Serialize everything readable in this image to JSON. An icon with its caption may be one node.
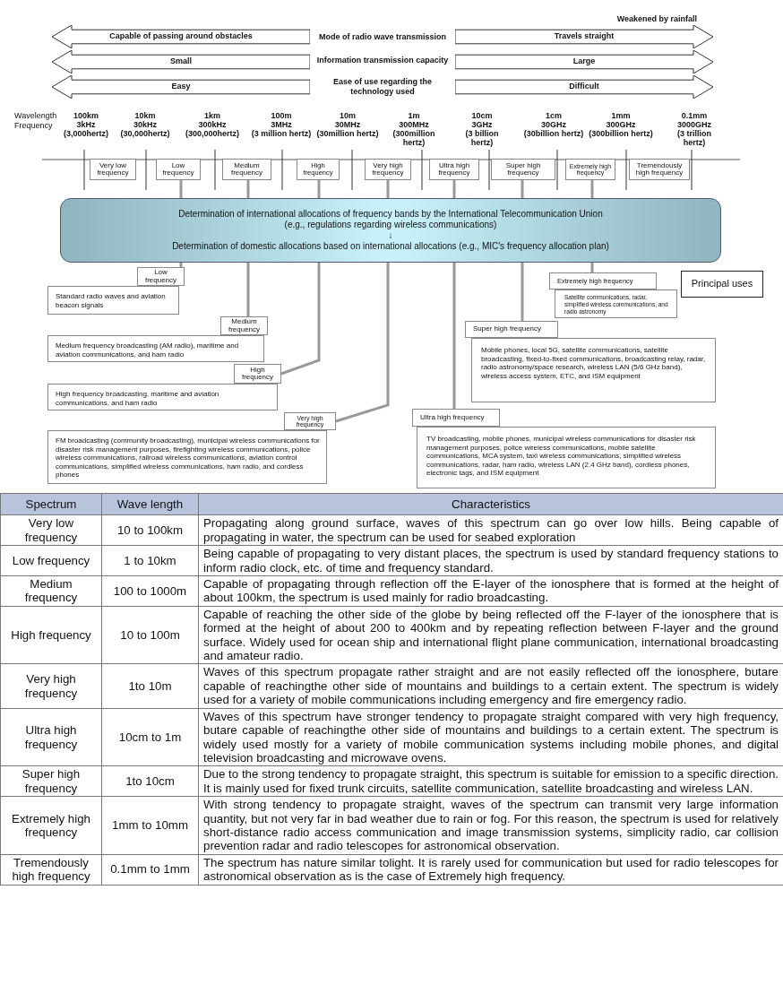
{
  "diagram": {
    "nodes": [
      {
        "text": [
          "Capable of passing around obstacles"
        ]
      },
      {
        "text": [
          "Travels straight"
        ],
        "beside": [
          "Weakened by rainfall"
        ]
      },
      {
        "text": [
          "Small"
        ]
      },
      {
        "text": [
          "Large"
        ]
      },
      {
        "text": [
          "Easy"
        ]
      },
      {
        "text": [
          "Difficult"
        ]
      },
      {
        "text": [
          "Very low frequency"
        ]
      },
      {
        "text": [
          "Low frequency"
        ]
      },
      {
        "text": [
          "Medium frequency"
        ]
      },
      {
        "text": [
          "High frequency"
        ]
      },
      {
        "text": [
          "Very high frequency"
        ]
      },
      {
        "text": [
          "Ultra high frequency"
        ]
      },
      {
        "text": [
          "Super high frequency"
        ]
      },
      {
        "text": [
          "Extremely high frequency"
        ]
      },
      {
        "text": [
          "Tremendously high frequency"
        ]
      },
      {
        "text": [
          "Determination of international allocations of frequency bands by the International Telecommunication Union",
          "(e.g., regulations regarding wireless communications)",
          "↓",
          "Determination of domestic allocations based on international allocations (e.g., MIC's frequency allocation plan)"
        ]
      },
      {
        "text": [
          "Low frequency"
        ]
      },
      {
        "text": [
          "Standard radio waves and aviation beacon signals"
        ]
      },
      {
        "text": [
          "Medium frequency"
        ]
      },
      {
        "text": [
          "Medium frequency broadcasting (AM radio), maritime and aviation communications, and ham radio"
        ]
      },
      {
        "text": [
          "High frequency"
        ]
      },
      {
        "text": [
          "High frequency broadcasting, maritime and aviation communications, and ham radio"
        ]
      },
      {
        "text": [
          "Very high frequency"
        ]
      },
      {
        "text": [
          "FM broadcasting (community broadcasting), municipal wireless communications for disaster risk management purposes, firefighting wireless communications, police wireless communications, railroad wireless communications, aviation control communications, simplified wireless communications, ham radio, and cordless phones"
        ]
      },
      {
        "text": [
          "Extremely high frequency"
        ]
      },
      {
        "text": [
          "Satellite communications, radar, simplified wireless communications, and radio astronomy"
        ]
      },
      {
        "text": [
          "Principal uses"
        ]
      },
      {
        "text": [
          "Super high frequency"
        ]
      },
      {
        "text": [
          "Mobile phones, local 5G, satellite communications, satellite broadcasting, fixed-to-fixed communications, broadcasting relay, radar, radio astronomy/space research, wireless LAN (5/6 GHz band), wireless access system, ETC, and ISM equipment"
        ]
      },
      {
        "text": [
          "Ultra high frequency"
        ]
      },
      {
        "text": [
          "TV broadcasting, mobile phones, municipal wireless communications for disaster risk management purposes, police wireless communications, mobile satellite communications, MCA system, taxi wireless communications, simplified wireless communications, radar, ham radio, wireless LAN (2.4 GHz band), cordless phones, electronic tags, and ISM equipment"
        ]
      }
    ],
    "edges": [
      {
        "from": 7,
        "to": 15,
        "arrow": "none"
      },
      {
        "from": 8,
        "to": 15,
        "arrow": "none"
      },
      {
        "from": 9,
        "to": 15,
        "arrow": "none"
      },
      {
        "from": 10,
        "to": 15,
        "arrow": "none"
      },
      {
        "from": 11,
        "to": 15,
        "arrow": "none"
      },
      {
        "from": 12,
        "to": 15,
        "arrow": "none"
      },
      {
        "from": 13,
        "to": 15,
        "arrow": "none"
      },
      {
        "from": 15,
        "to": 16,
        "arrow": "none"
      },
      {
        "from": 15,
        "to": 18,
        "arrow": "none"
      },
      {
        "from": 15,
        "to": 20,
        "arrow": "none"
      },
      {
        "from": 15,
        "to": 22,
        "arrow": "none"
      },
      {
        "from": 15,
        "to": 29,
        "arrow": "none"
      },
      {
        "from": 15,
        "to": 27,
        "arrow": "none"
      },
      {
        "from": 15,
        "to": 24,
        "arrow": "none"
      }
    ],
    "labels": [
      "Mode of radio wave transmission",
      "Information transmission capacity",
      "Ease of use regarding the technology used",
      "Wavelength",
      "Frequency",
      "100km",
      "3kHz",
      "(3,000hertz)",
      "10km",
      "30kHz",
      "(30,000hertz)",
      "1km",
      "300kHz",
      "(300,000hertz)",
      "100m",
      "3MHz",
      "(3 million hertz)",
      "10m",
      "30MHz",
      "(30million hertz)",
      "1m",
      "300MHz",
      "(300million hertz)",
      "10cm",
      "3GHz",
      "(3 billion hertz)",
      "1cm",
      "30GHz",
      "(30billion hertz)",
      "1mm",
      "300GHz",
      "(300billion hertz)",
      "0.1mm",
      "3000GHz",
      "(3 trillion hertz)",
      "Spectrum",
      "Wave length",
      "Characteristics",
      "Very low frequency",
      "10 to 100km",
      "Propagating along ground surface, waves of this spectrum can go over low hills. Being capable of propagating in water, the spectrum can be used for seabed exploration",
      "Low frequency",
      "1 to 10km",
      "Being capable of propagating to very distant places, the spectrum is used by standard frequency stations to inform radio clock, etc. of time and frequency standard.",
      "Medium frequency",
      "100 to 1000m",
      "Capable of propagating through reflection off the E-layer of the ionosphere that is formed at the height of about 100km, the spectrum is used mainly for radio broadcasting.",
      "High frequency",
      "10 to 100m",
      "Capable of reaching the other side of the globe by being reflected off the F-layer of the ionosphere that is formed at the height of about 200 to 400km and by repeating reflection between F-layer and the ground surface. Widely used for ocean ship and international flight plane communication, international broadcasting and amateur radio.",
      "Very high frequency",
      "1to 10m",
      "Waves of this spectrum propagate rather straight and are not easily reflected off the ionosphere, butare capable of reachingthe other side of mountains and buildings to a certain extent. The spectrum is widely used for a variety of mobile communications including emergency and fire emergency radio.",
      "Ultra high frequency",
      "10cm to 1m",
      "Waves of this spectrum have stronger tendency to propagate straight compared with very high frequency, butare capable of reachingthe other side of mountains and buildings to a certain extent. The spectrum is widely used mostly for a variety of mobile communication systems including mobile phones, and digital television broadcasting and microwave ovens.",
      "Super high frequency",
      "1to 10cm",
      "Due to the strong tendency to propagate straight, this spectrum is suitable for emission to a specific direction. It is mainly used for fixed trunk circuits, satellite communication, satellite broadcasting and wireless LAN.",
      "Extremely high frequency",
      "1mm to 10mm",
      "With strong tendency to propagate straight, waves of the spectrum can transmit very large information quantity, but not very far in bad weather due to rain or fog. For this reason, the spectrum is used for relatively short-distance radio access communication and image transmission systems, simplicity radio, car collision prevention radar and radio telescopes for astronomical observation.",
      "Tremendously high frequency",
      "0.1mm to 1mm",
      "The spectrum has nature similar tolight. It is rarely used for communication but used for radio telescopes for astronomical observation as is the case of Extremely high frequency."
    ]
  }
}
